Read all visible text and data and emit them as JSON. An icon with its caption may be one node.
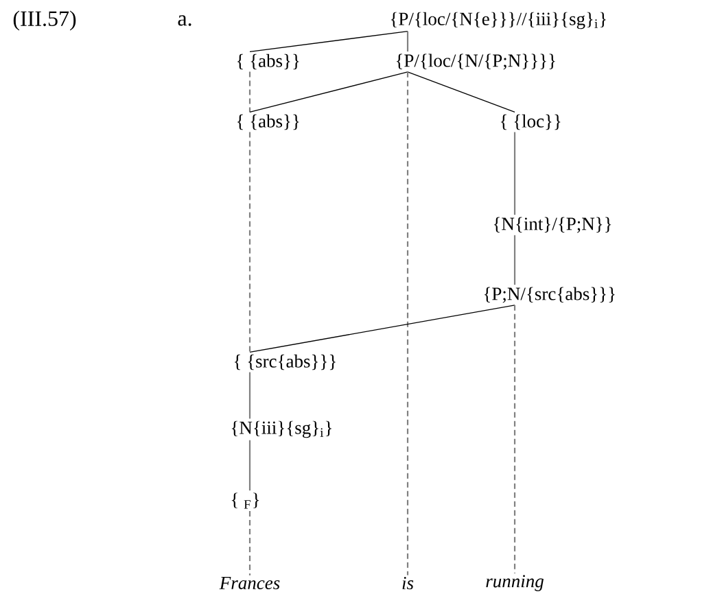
{
  "diagram": {
    "nodes": [
      {
        "text": [
          "{P/{loc/{N{e}}}//{iii}{sg}$_{i}$}"
        ]
      },
      {
        "text": [
          "{ {abs}}"
        ]
      },
      {
        "text": [
          "{P/{loc/{N/{P;N}}}}"
        ]
      },
      {
        "text": [
          "{ {abs}}"
        ]
      },
      {
        "text": [
          "{ {loc}}"
        ]
      },
      {
        "text": [
          "{N{int}/{P;N}}"
        ]
      },
      {
        "text": [
          "{P;N/{src{abs}}}"
        ]
      },
      {
        "text": [
          "{ {src{abs}}}"
        ]
      },
      {
        "text": [
          "{N{iii}{sg}$_{i}$}"
        ]
      },
      {
        "text": [
          "{ $_{F}$}"
        ]
      },
      {
        "text": [
          "Frances"
        ]
      },
      {
        "text": [
          "is"
        ]
      },
      {
        "text": [
          "running"
        ]
      }
    ],
    "edges": [
      {
        "from": 0,
        "to": 1,
        "arrow": "none",
        "color": "#000000"
      },
      {
        "from": 0,
        "to": 2,
        "arrow": "none"
      },
      {
        "from": 1,
        "to": 3,
        "arrow": "none",
        "style": "dashed"
      },
      {
        "from": 2,
        "to": 3,
        "arrow": "none",
        "color": "#000000"
      },
      {
        "from": 2,
        "to": 4,
        "arrow": "none",
        "color": "#000000"
      },
      {
        "from": 2,
        "to": 11,
        "arrow": "none",
        "style": "dashed"
      },
      {
        "from": 4,
        "to": 5,
        "arrow": "none"
      },
      {
        "from": 5,
        "to": 6,
        "arrow": "none"
      },
      {
        "from": 6,
        "to": 7,
        "arrow": "none",
        "color": "#000000"
      },
      {
        "from": 6,
        "to": 12,
        "arrow": "none",
        "style": "dashed"
      },
      {
        "from": 3,
        "to": 7,
        "arrow": "none",
        "style": "dashed"
      },
      {
        "from": 7,
        "to": 8,
        "arrow": "none"
      },
      {
        "from": 8,
        "to": 9,
        "arrow": "none"
      },
      {
        "from": 9,
        "to": 10,
        "arrow": "none",
        "style": "dashed"
      }
    ],
    "labels": [
      "(III.57)",
      "a."
    ]
  }
}
